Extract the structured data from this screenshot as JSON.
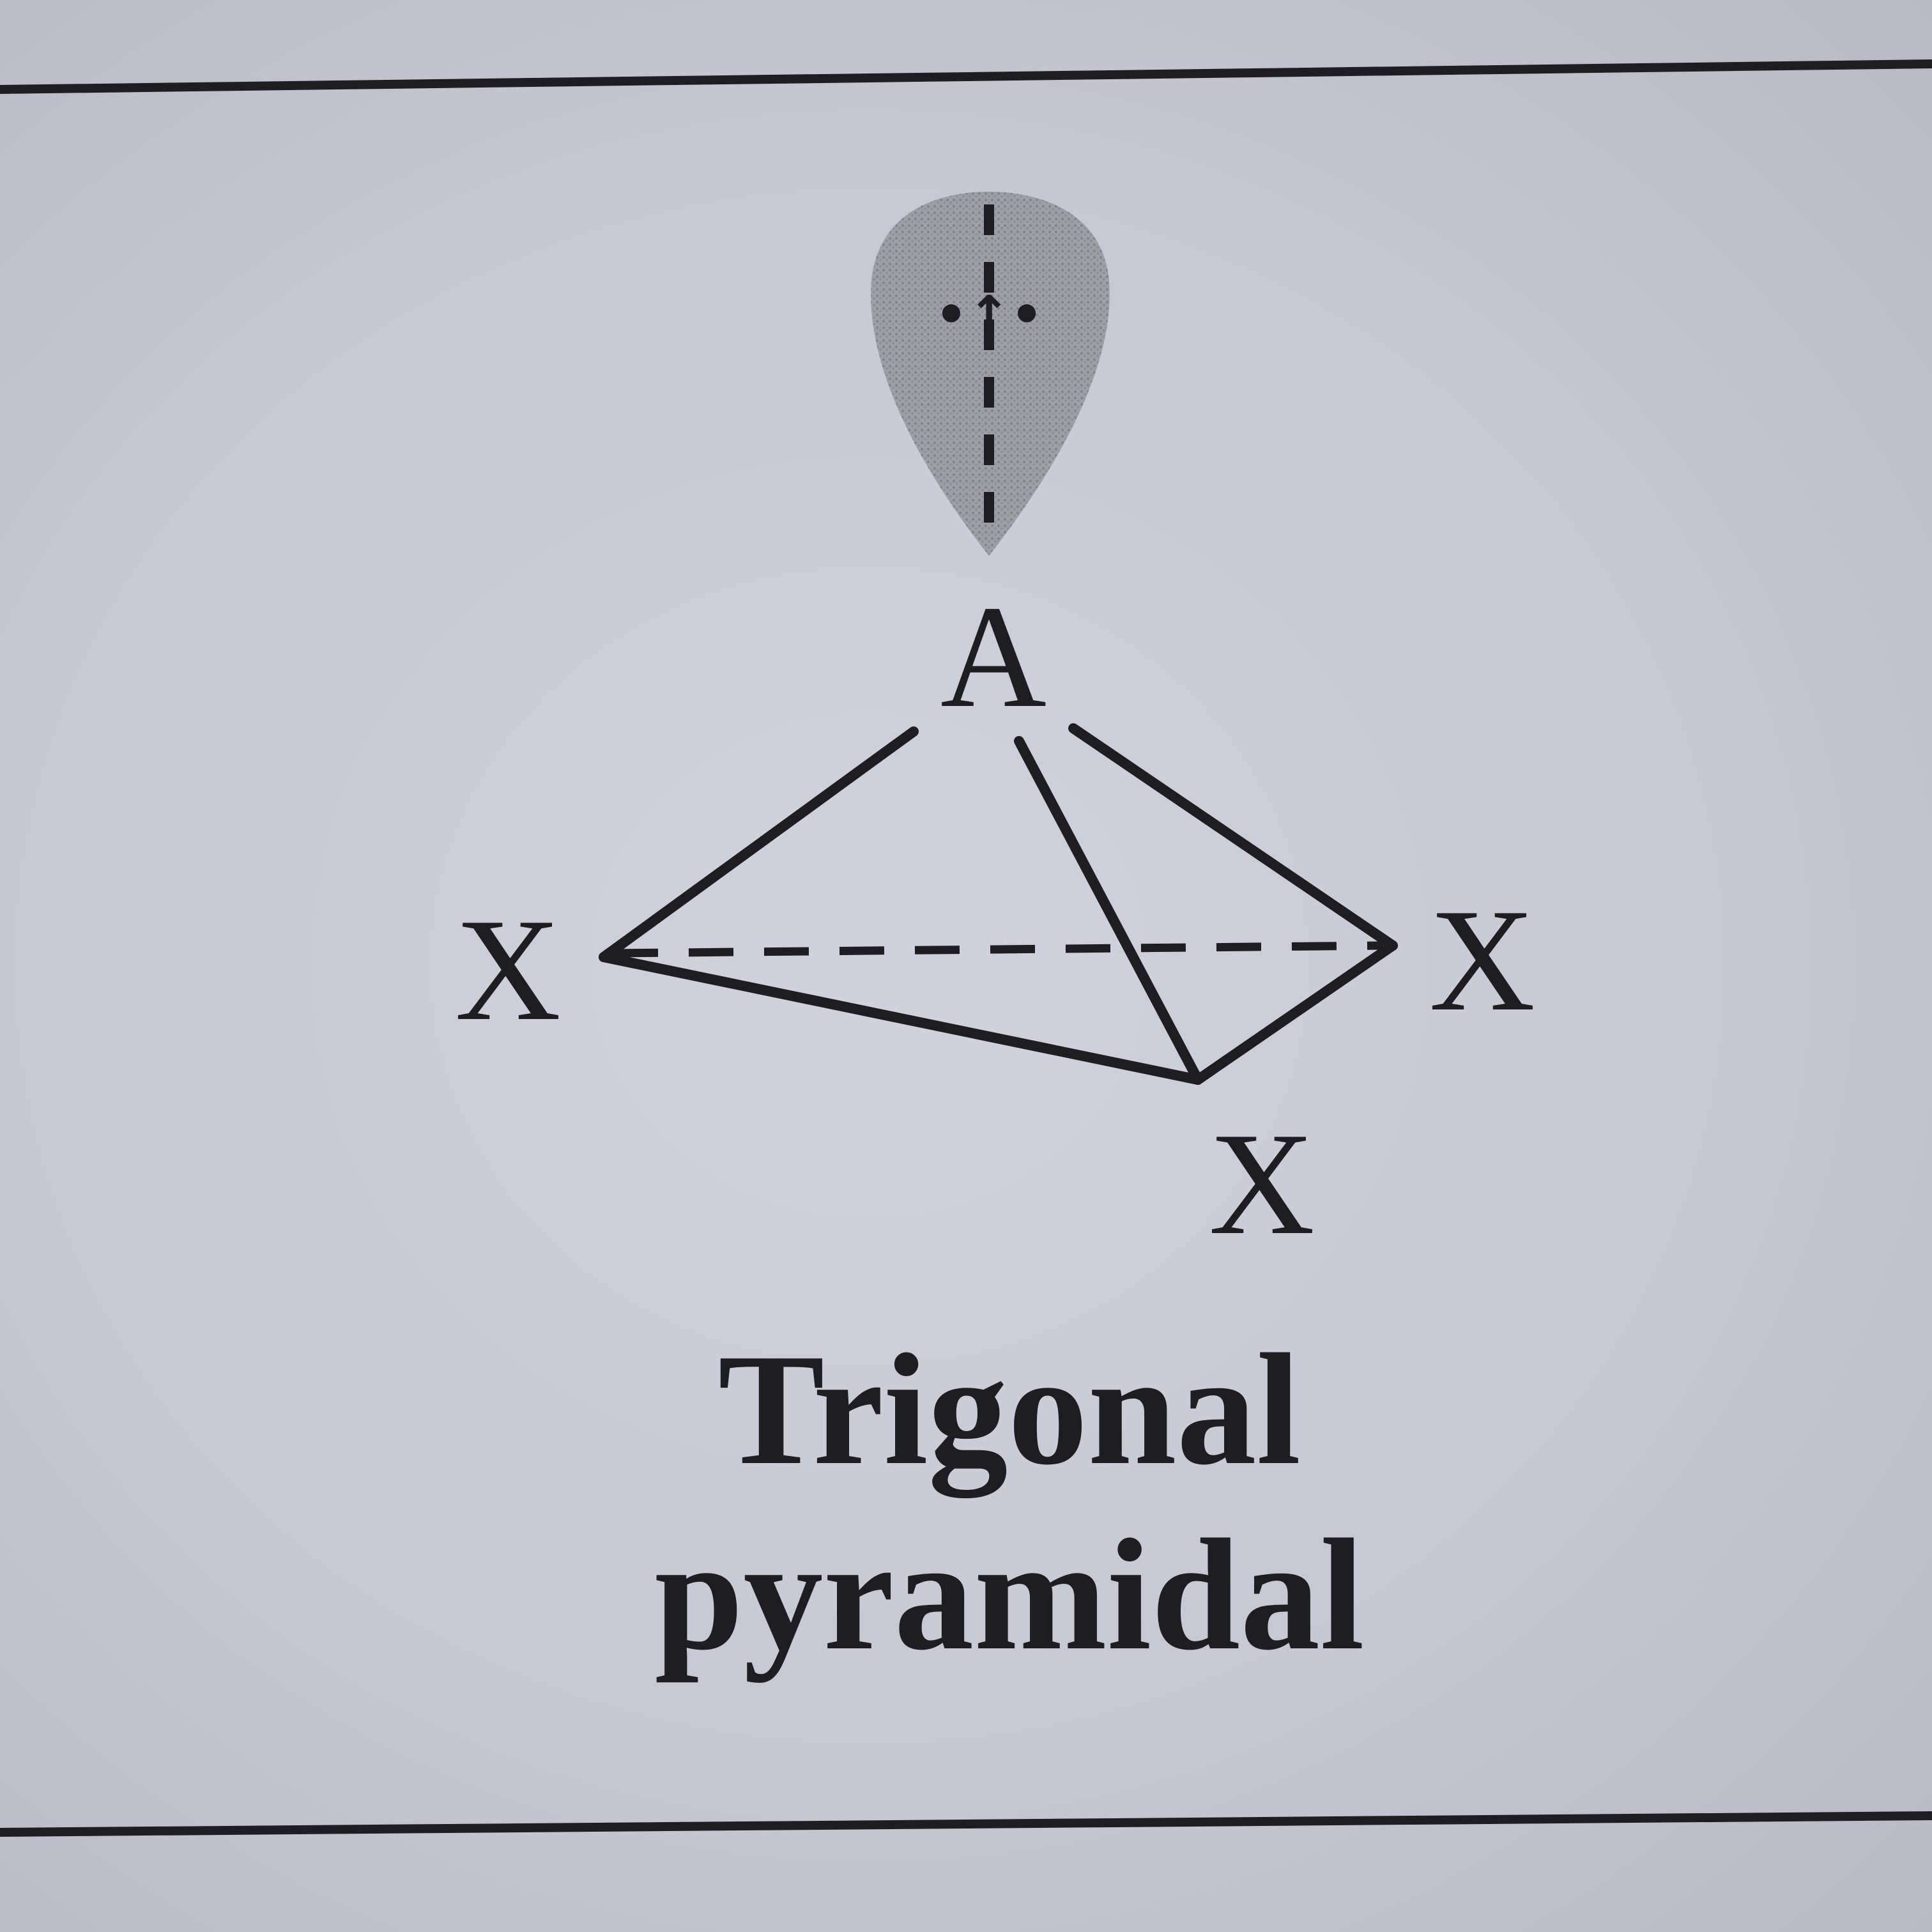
{
  "diagram": {
    "central_atom": "A",
    "ligand_label": "X",
    "lone_pair_symbol": "•↑•",
    "caption_line1": "Trigonal",
    "caption_line2": "pyramidal"
  },
  "colors": {
    "background": "#c9c9d4",
    "ink": "#1e1e22",
    "lone_pair_fill": "#8f8f98"
  }
}
